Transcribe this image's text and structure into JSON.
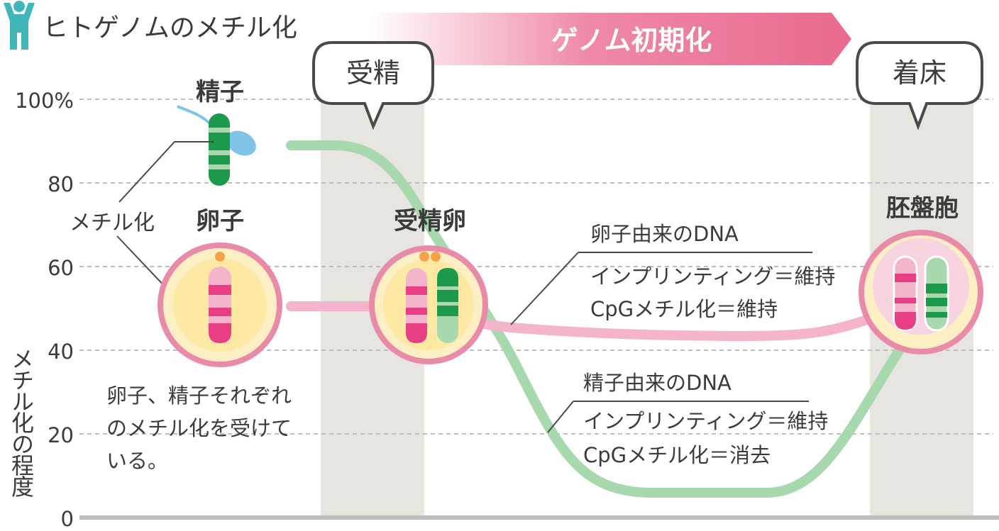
{
  "header": {
    "title": "ヒトゲノムのメチル化",
    "icon": "person-icon"
  },
  "banner": {
    "text": "ゲノム初期化"
  },
  "events": {
    "fertilization": "受精",
    "implantation": "着床"
  },
  "axis": {
    "ylabel": "メチル化の程度",
    "ticks": [
      "100%",
      "80",
      "60",
      "40",
      "20",
      "0"
    ]
  },
  "cells": {
    "sperm": "精子",
    "egg": "卵子",
    "zygote": "受精卵",
    "blastocyst": "胚盤胞",
    "methylation": "メチル化"
  },
  "notes": {
    "gametes": [
      "卵子、精子それぞれ",
      "のメチル化を受けて",
      "いる。"
    ]
  },
  "egg_dna": {
    "title": "卵子由来のDNA",
    "imprinting": "インプリンティング＝維持",
    "cpg": "CpGメチル化＝維持"
  },
  "sperm_dna": {
    "title": "精子由来のDNA",
    "imprinting": "インプリンティング＝維持",
    "cpg": "CpGメチル化＝消去"
  },
  "colors": {
    "paternal_curve": "#a8d8ad",
    "maternal_curve": "#f4b4cc",
    "banner_pink": "#ea6a8e",
    "cell_ring": "#e98aa8",
    "phase_band": "#e6e5e0",
    "teal_icon": "#3fb6b7"
  }
}
